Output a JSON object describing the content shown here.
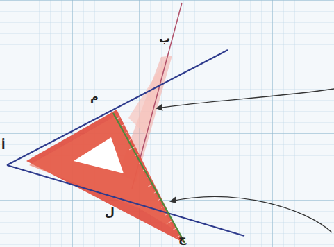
{
  "diagram": {
    "labels": [
      "ب",
      "م",
      "أ",
      "ل",
      "ج"
    ]
  }
}
